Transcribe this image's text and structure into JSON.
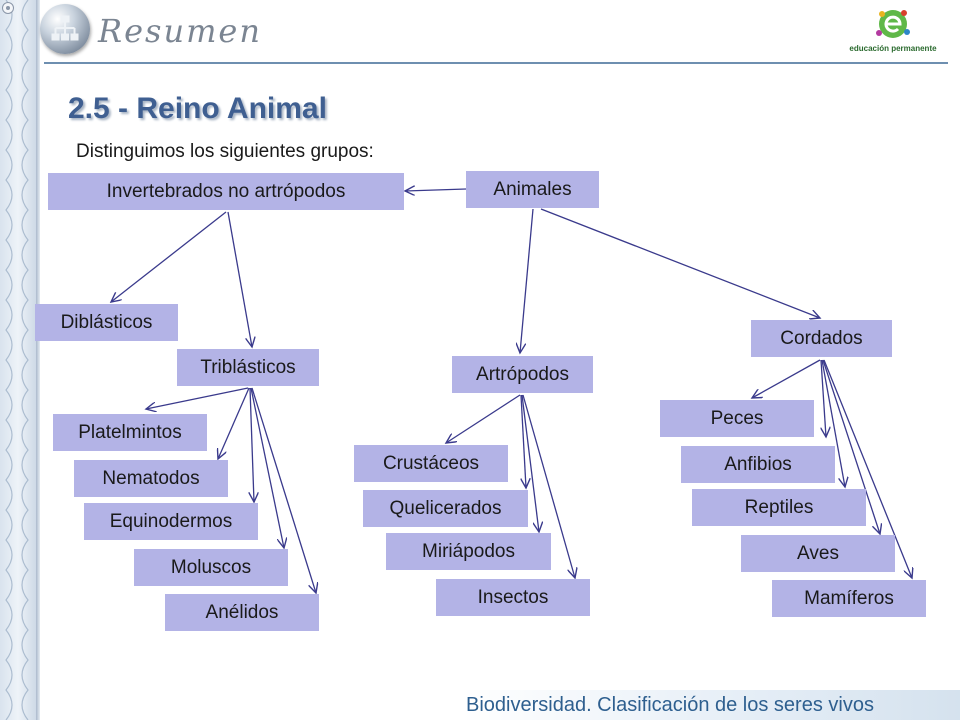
{
  "header": {
    "title": "Resumen",
    "logo_caption": "educación permanente"
  },
  "slide": {
    "title": "2.5 - Reino Animal",
    "subtitle": "Distinguimos los siguientes grupos:",
    "footer": "Biodiversidad. Clasificación de los seres vivos"
  },
  "colors": {
    "node_fill": "#b3b3e6",
    "arrow": "#3a3a8c",
    "title": "#3f5f91",
    "rule": "#6e8fb0"
  },
  "icons": {
    "header": "network-globe-icon",
    "logo": "educacion-permanente-logo-icon",
    "corner": "circle-dot-icon"
  },
  "nodes": [
    {
      "id": "invertebrados",
      "label": "Invertebrados no artrópodos"
    },
    {
      "id": "animales",
      "label": "Animales"
    },
    {
      "id": "diblasticos",
      "label": "Diblásticos"
    },
    {
      "id": "triblasticos",
      "label": "Triblásticos"
    },
    {
      "id": "artropodos",
      "label": "Artrópodos"
    },
    {
      "id": "cordados",
      "label": "Cordados"
    },
    {
      "id": "platelmintos",
      "label": "Platelmintos"
    },
    {
      "id": "nematodos",
      "label": "Nematodos"
    },
    {
      "id": "equinodermos",
      "label": "Equinodermos"
    },
    {
      "id": "moluscos",
      "label": "Moluscos"
    },
    {
      "id": "anelidos",
      "label": "Anélidos"
    },
    {
      "id": "crustaceos",
      "label": "Crustáceos"
    },
    {
      "id": "quelicerados",
      "label": "Quelicerados"
    },
    {
      "id": "miriapodos",
      "label": "Miriápodos"
    },
    {
      "id": "insectos",
      "label": "Insectos"
    },
    {
      "id": "peces",
      "label": "Peces"
    },
    {
      "id": "anfibios",
      "label": "Anfibios"
    },
    {
      "id": "reptiles",
      "label": "Reptiles"
    },
    {
      "id": "aves",
      "label": "Aves"
    },
    {
      "id": "mamiferos",
      "label": "Mamíferos"
    }
  ],
  "edges": [
    {
      "from": "animales",
      "to": "invertebrados"
    },
    {
      "from": "animales",
      "to": "artropodos"
    },
    {
      "from": "animales",
      "to": "cordados"
    },
    {
      "from": "invertebrados",
      "to": "diblasticos"
    },
    {
      "from": "invertebrados",
      "to": "triblasticos"
    },
    {
      "from": "triblasticos",
      "to": "platelmintos"
    },
    {
      "from": "triblasticos",
      "to": "nematodos"
    },
    {
      "from": "triblasticos",
      "to": "equinodermos"
    },
    {
      "from": "triblasticos",
      "to": "moluscos"
    },
    {
      "from": "triblasticos",
      "to": "anelidos"
    },
    {
      "from": "artropodos",
      "to": "crustaceos"
    },
    {
      "from": "artropodos",
      "to": "quelicerados"
    },
    {
      "from": "artropodos",
      "to": "miriapodos"
    },
    {
      "from": "artropodos",
      "to": "insectos"
    },
    {
      "from": "cordados",
      "to": "peces"
    },
    {
      "from": "cordados",
      "to": "anfibios"
    },
    {
      "from": "cordados",
      "to": "reptiles"
    },
    {
      "from": "cordados",
      "to": "aves"
    },
    {
      "from": "cordados",
      "to": "mamiferos"
    }
  ]
}
